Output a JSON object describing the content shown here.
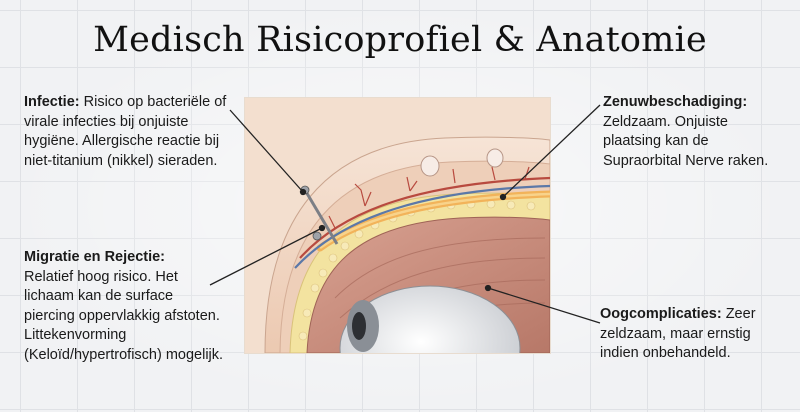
{
  "title": "Medisch Risicoprofiel & Anatomie",
  "notes": {
    "infectie": {
      "heading": "Infectie:",
      "body": "Risico op bacteriële of virale infecties bij onjuiste hygiëne. Allergische reactie bij niet-titanium (nikkel) sieraden."
    },
    "migratie": {
      "heading": "Migratie en Rejectie:",
      "body": "Relatief hoog risico. Het lichaam kan de surface piercing oppervlakkig afstoten. Littekenvorming (Keloïd/hypertrofisch) mogelijk."
    },
    "zenuw": {
      "heading": "Zenuwbeschadiging:",
      "body": "Zeldzaam. Onjuiste plaatsing kan de Supraorbital Nerve raken."
    },
    "oog": {
      "heading": "Oogcomplicaties:",
      "body": "Zeer zeldzaam, maar ernstig indien onbehandeld."
    }
  },
  "colors": {
    "skin": "#f1d8c4",
    "fat": "#f3e3a0",
    "muscle": "#c98c7d",
    "nerve": "#f2b35a",
    "vessel_red": "#b84a3f",
    "vessel_blue": "#5c78a8",
    "eye_white": "#eef0f2",
    "iris": "#7a7f86"
  }
}
